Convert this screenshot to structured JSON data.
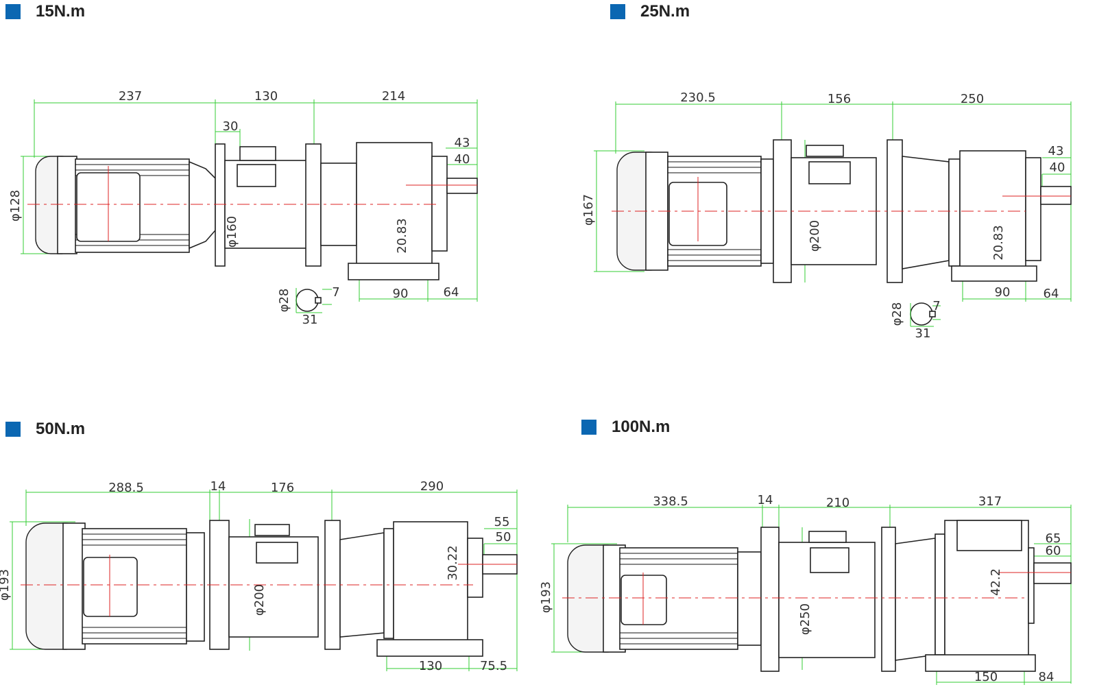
{
  "panels": [
    {
      "title": "15N.m",
      "dims": {
        "motor_len": "237",
        "flange_len": "130",
        "gear_len": "214",
        "flange_thk": "30",
        "shaft_len": "43",
        "key_len": "40",
        "motor_dia": "φ128",
        "flange_dia": "φ160",
        "center_h": "20.83",
        "foot_span": "90",
        "foot_end": "64",
        "shaft_dia": "φ28",
        "key_w": "7",
        "key_h": "31"
      }
    },
    {
      "title": "25N.m",
      "dims": {
        "motor_len": "230.5",
        "flange_len": "156",
        "gear_len": "250",
        "shaft_len": "43",
        "key_len": "40",
        "motor_dia": "φ167",
        "flange_dia": "φ200",
        "center_h": "20.83",
        "foot_span": "90",
        "foot_end": "64",
        "shaft_dia": "φ28",
        "key_w": "7",
        "key_h": "31"
      }
    },
    {
      "title": "50N.m",
      "dims": {
        "motor_len": "288.5",
        "gap": "14",
        "flange_len": "176",
        "gear_len": "290",
        "shaft_len": "55",
        "key_len": "50",
        "motor_dia": "φ193",
        "flange_dia": "φ200",
        "center_h": "30.22",
        "foot_span": "130",
        "foot_end": "75.5"
      }
    },
    {
      "title": "100N.m",
      "dims": {
        "motor_len": "338.5",
        "gap": "14",
        "flange_len": "210",
        "gear_len": "317",
        "shaft_len": "65",
        "key_len": "60",
        "motor_dia": "φ193",
        "flange_dia": "φ250",
        "center_h": "42.2",
        "foot_span": "150",
        "foot_end": "84"
      }
    }
  ]
}
